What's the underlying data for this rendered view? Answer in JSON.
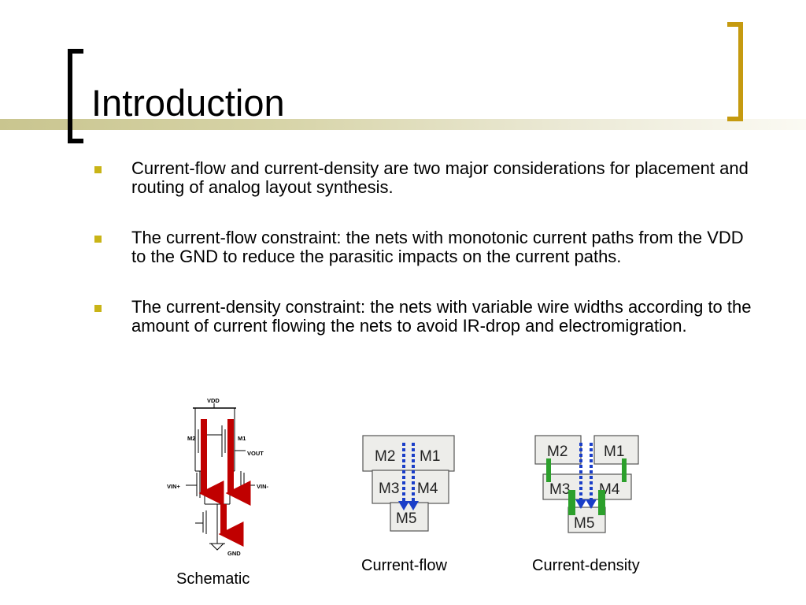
{
  "slide": {
    "title": "Introduction",
    "bullets": [
      "Current-flow and current-density are two major considerations for placement and routing of analog layout synthesis.",
      "The current-flow constraint: the nets with monotonic current paths from the VDD to the GND to reduce the parasitic impacts on the current paths.",
      "The current-density constraint: the nets with variable wire widths according to the amount of current flowing the nets to avoid IR-drop and electromigration."
    ],
    "colors": {
      "bullet_marker": "#c9b417",
      "right_bracket": "#c59a10",
      "current_arrow": "#c00000",
      "flow_arrow": "#1a3ec8",
      "wide_wire": "#2ca02c"
    }
  },
  "schematic": {
    "caption": "Schematic",
    "labels": {
      "vdd": "VDD",
      "gnd": "GND",
      "m2": "M2",
      "m1": "M1",
      "vout": "VOUT",
      "vin_plus": "VIN+",
      "vin_minus": "VIN-"
    }
  },
  "current_flow": {
    "caption": "Current-flow",
    "blocks": [
      "M2",
      "M1",
      "M3",
      "M4",
      "M5"
    ]
  },
  "current_density": {
    "caption": "Current-density",
    "blocks": [
      "M2",
      "M1",
      "M3",
      "M4",
      "M5"
    ]
  }
}
